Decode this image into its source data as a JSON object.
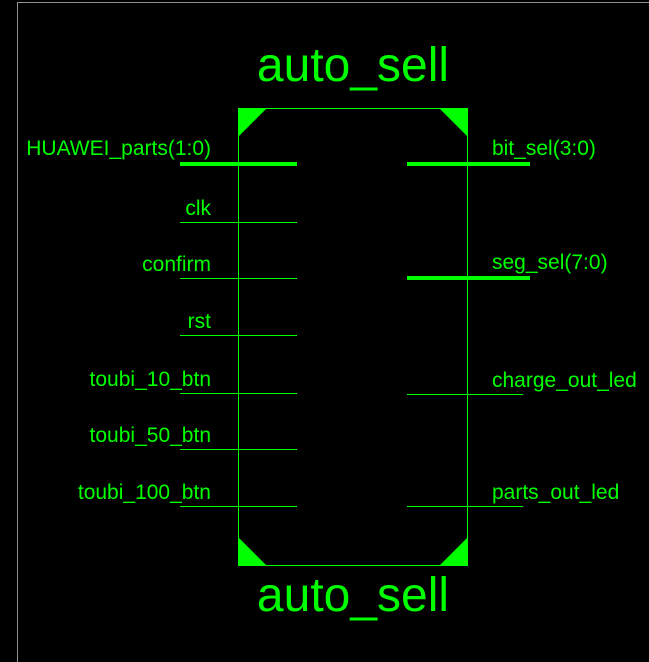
{
  "diagram": {
    "module_title_top": "auto_sell",
    "module_title_bottom": "auto_sell",
    "left_ports": [
      {
        "name": "HUAWEI_parts(1:0)",
        "bus": true,
        "direction": "input"
      },
      {
        "name": "clk",
        "bus": false,
        "direction": "input"
      },
      {
        "name": "confirm",
        "bus": false,
        "direction": "input"
      },
      {
        "name": "rst",
        "bus": false,
        "direction": "input"
      },
      {
        "name": "toubi_10_btn",
        "bus": false,
        "direction": "input"
      },
      {
        "name": "toubi_50_btn",
        "bus": false,
        "direction": "input"
      },
      {
        "name": "toubi_100_btn",
        "bus": false,
        "direction": "input"
      }
    ],
    "right_ports": [
      {
        "name": "bit_sel(3:0)",
        "bus": true,
        "direction": "output"
      },
      {
        "name": "seg_sel(7:0)",
        "bus": true,
        "direction": "output"
      },
      {
        "name": "charge_out_led",
        "bus": false,
        "direction": "output"
      },
      {
        "name": "parts_out_led",
        "bus": false,
        "direction": "output"
      }
    ],
    "colors": {
      "background": "#000000",
      "schematic_green": "#00ff00",
      "frame_gray": "#909090"
    }
  }
}
